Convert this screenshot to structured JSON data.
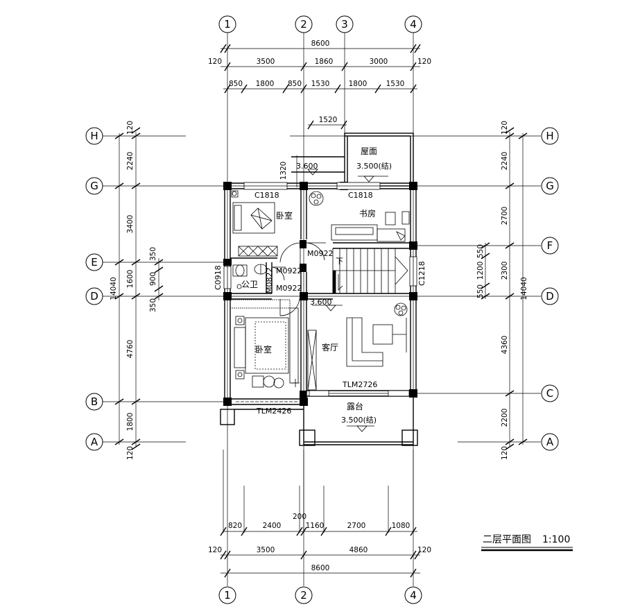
{
  "drawing": {
    "title": "二层平面图",
    "scale": "1:100"
  },
  "axes": {
    "vertical": [
      "1",
      "2",
      "3",
      "4"
    ],
    "horizontal": [
      "H",
      "G",
      "F",
      "E",
      "D",
      "C",
      "B",
      "A"
    ]
  },
  "dimensions": {
    "top_total": "8600",
    "top_spans": [
      "3500",
      "1860",
      "3000"
    ],
    "top_edge": "120",
    "top_details": [
      "850",
      "1800",
      "850",
      "1530",
      "1800",
      "1530"
    ],
    "upper_width": "1520",
    "upper_height": "1320",
    "bottom_total": "8600",
    "bottom_spans": [
      "3500",
      "4860"
    ],
    "bottom_edge": "120",
    "bottom_details": [
      "820",
      "2400",
      "200",
      "1160",
      "2700",
      "1080"
    ],
    "left_total": "14040",
    "left_spans": [
      "2240",
      "3400",
      "1600",
      "4760",
      "1800"
    ],
    "left_edge": "120",
    "left_details": [
      "350",
      "900",
      "350"
    ],
    "right_total": "14040",
    "right_spans": [
      "2240",
      "2700",
      "2300",
      "4360",
      "2200"
    ],
    "right_edge": "120",
    "right_details": [
      "550",
      "1200",
      "550"
    ]
  },
  "rooms": {
    "bedroom_north": "卧室",
    "bedroom_south": "卧室",
    "study": "书房",
    "bathroom": "公卫",
    "living": "客厅",
    "terrace": "露台",
    "roof": "屋面"
  },
  "labels": {
    "window_c1818_a": "C1818",
    "window_c1818_b": "C1818",
    "door_m0922_study": "M0922",
    "door_m0922_a": "M0922",
    "door_m0922_b": "M0922",
    "door_m0822": "M0822",
    "window_c0918": "C0918",
    "window_c1218": "C1218",
    "door_tlm2726": "TLM2726",
    "door_tlm2426": "TLM2426",
    "level_roof": "3.500(结)",
    "level_terrace": "3.500(结)",
    "level_3600_a": "3.600",
    "level_3600_b": "3.600",
    "stair_mark": "下"
  }
}
